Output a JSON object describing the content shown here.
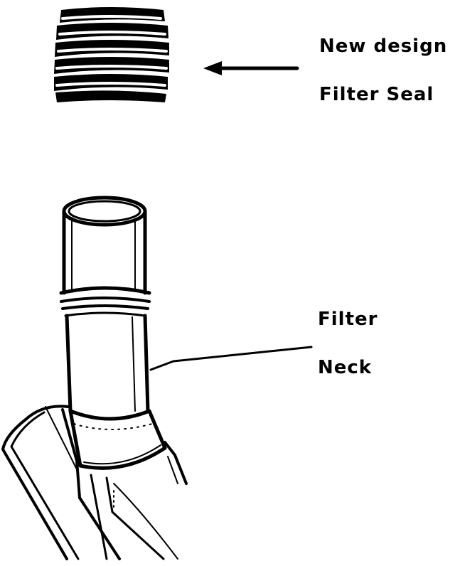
{
  "labels": {
    "seal_line1": "New design",
    "seal_line2": "Filter Seal",
    "neck_line1": "Filter",
    "neck_line2": "Neck"
  },
  "colors": {
    "ink": "#000000",
    "paper": "#ffffff"
  }
}
